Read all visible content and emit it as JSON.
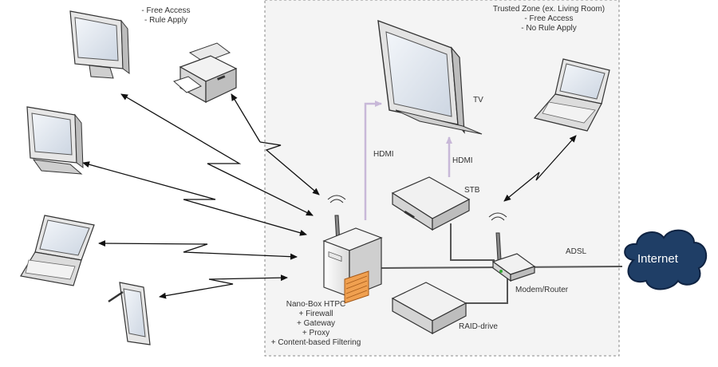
{
  "untrusted_note": {
    "line1": "- Free Access",
    "line2": "- Rule Apply"
  },
  "trusted_zone": {
    "title": "Trusted Zone (ex. Living Room)",
    "line1": "- Free Access",
    "line2": "- No Rule Apply"
  },
  "labels": {
    "tv": "TV",
    "hdmi_left": "HDMI",
    "hdmi_right": "HDMI",
    "stb": "STB",
    "adsl": "ADSL",
    "internet": "Internet",
    "modem_router": "Modem/Router",
    "raid_drive": "RAID-drive"
  },
  "htpc": {
    "name": "Nano-Box HTPC",
    "features": [
      "+ Firewall",
      "+ Gateway",
      "+ Proxy",
      "+ Content-based Filtering"
    ]
  },
  "colors": {
    "hdmi_link": "#c8b8d8",
    "wired_link": "#555555",
    "zone_border": "#888888",
    "cloud": "#1f3e66",
    "screen": "#dfe6ef"
  },
  "icons": [
    "monitor-icon",
    "printer-icon",
    "laptop-icon",
    "tablet-icon",
    "tv-icon",
    "stb-icon",
    "modem-router-icon",
    "server-tower-icon",
    "raid-drive-icon",
    "cloud-icon"
  ]
}
